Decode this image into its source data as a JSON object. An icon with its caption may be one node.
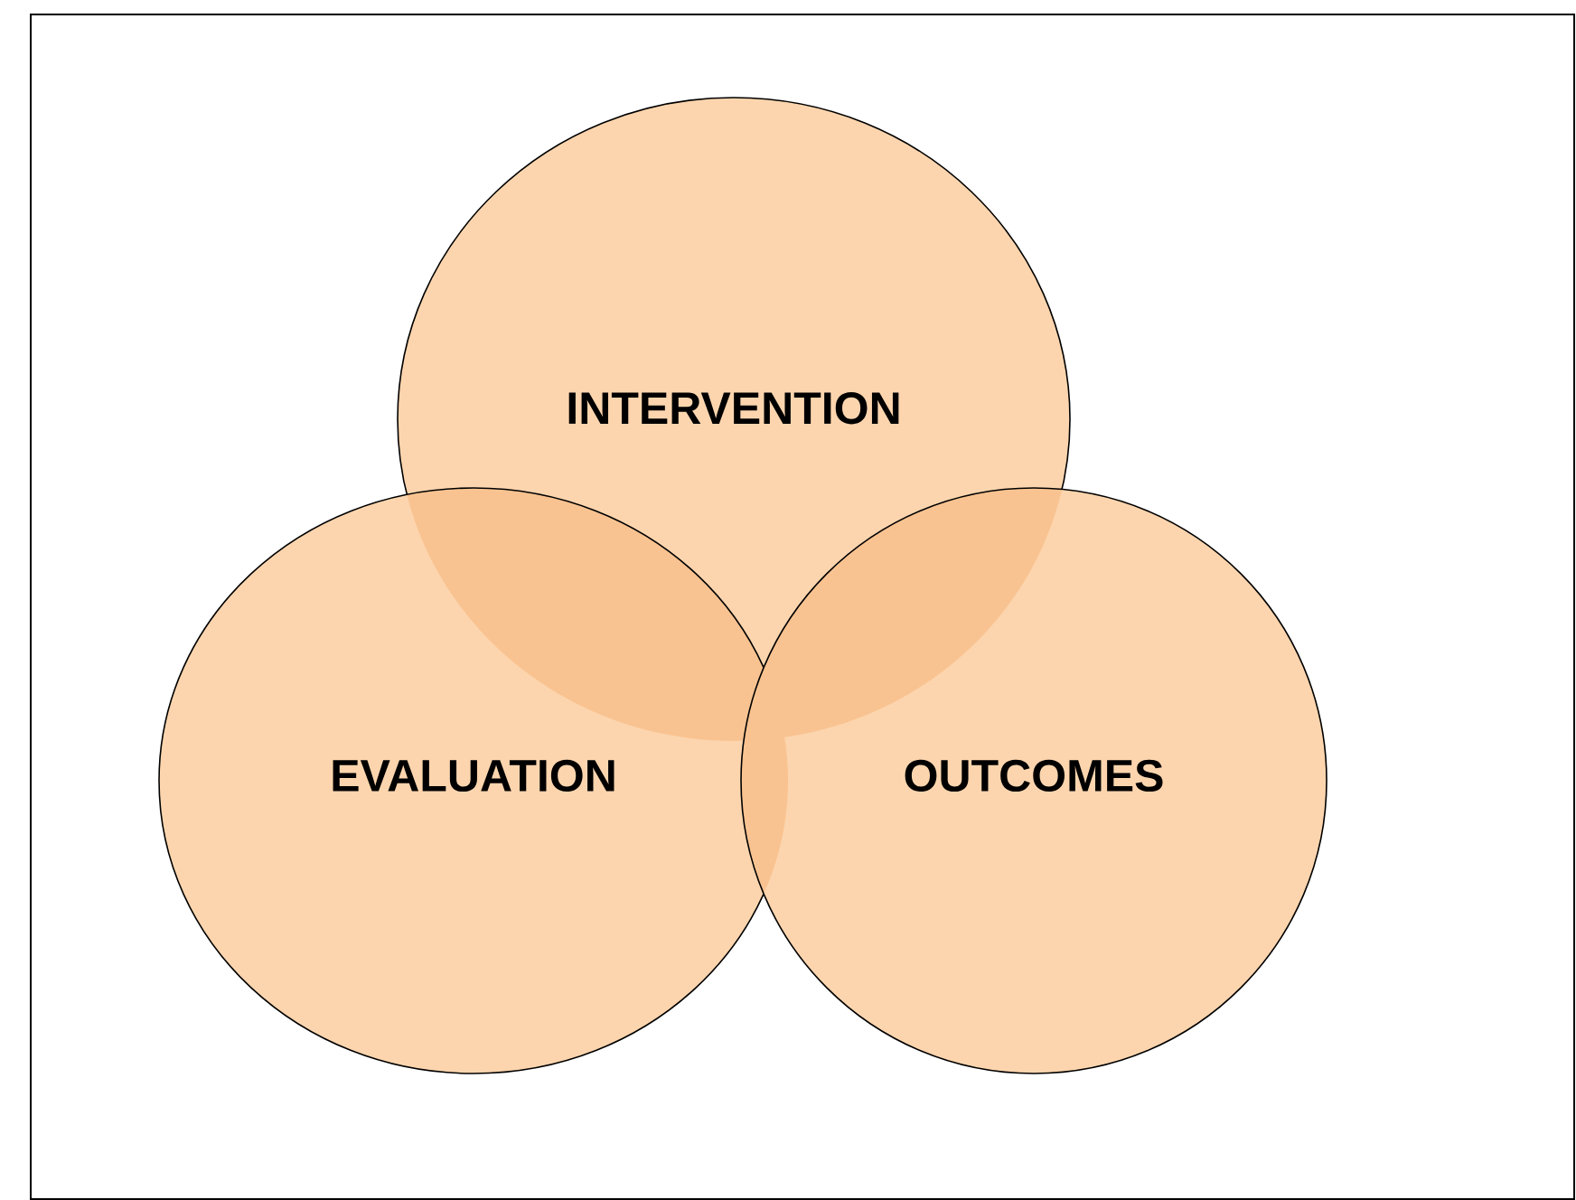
{
  "diagram": {
    "nodes": [
      {
        "text": [
          "INTERVENTION"
        ]
      },
      {
        "text": [
          "EVALUATION"
        ]
      },
      {
        "text": [
          "OUTCOMES"
        ]
      }
    ]
  }
}
